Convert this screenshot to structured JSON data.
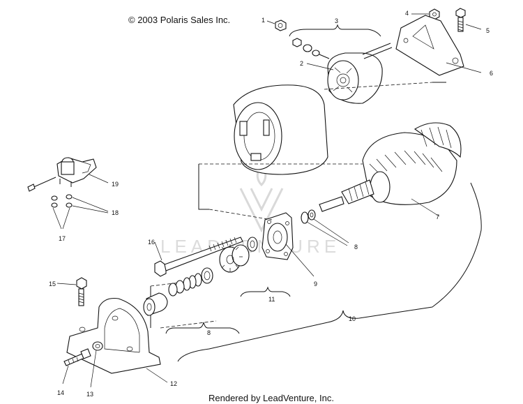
{
  "header": {
    "copyright": "© 2003 Polaris Sales Inc."
  },
  "footer": {
    "rendered_by": "Rendered by LeadVenture, Inc."
  },
  "watermark": {
    "text": "LEADVENTURE"
  },
  "callouts": {
    "c1": "1",
    "c2": "2",
    "c3": "3",
    "c4": "4",
    "c5": "5",
    "c6": "6",
    "c7": "7",
    "c8a": "8",
    "c8b": "8",
    "c9": "9",
    "c10": "10",
    "c11": "11",
    "c12": "12",
    "c13": "13",
    "c14": "14",
    "c15": "15",
    "c16": "16",
    "c17": "17",
    "c18": "18",
    "c19": "19"
  }
}
